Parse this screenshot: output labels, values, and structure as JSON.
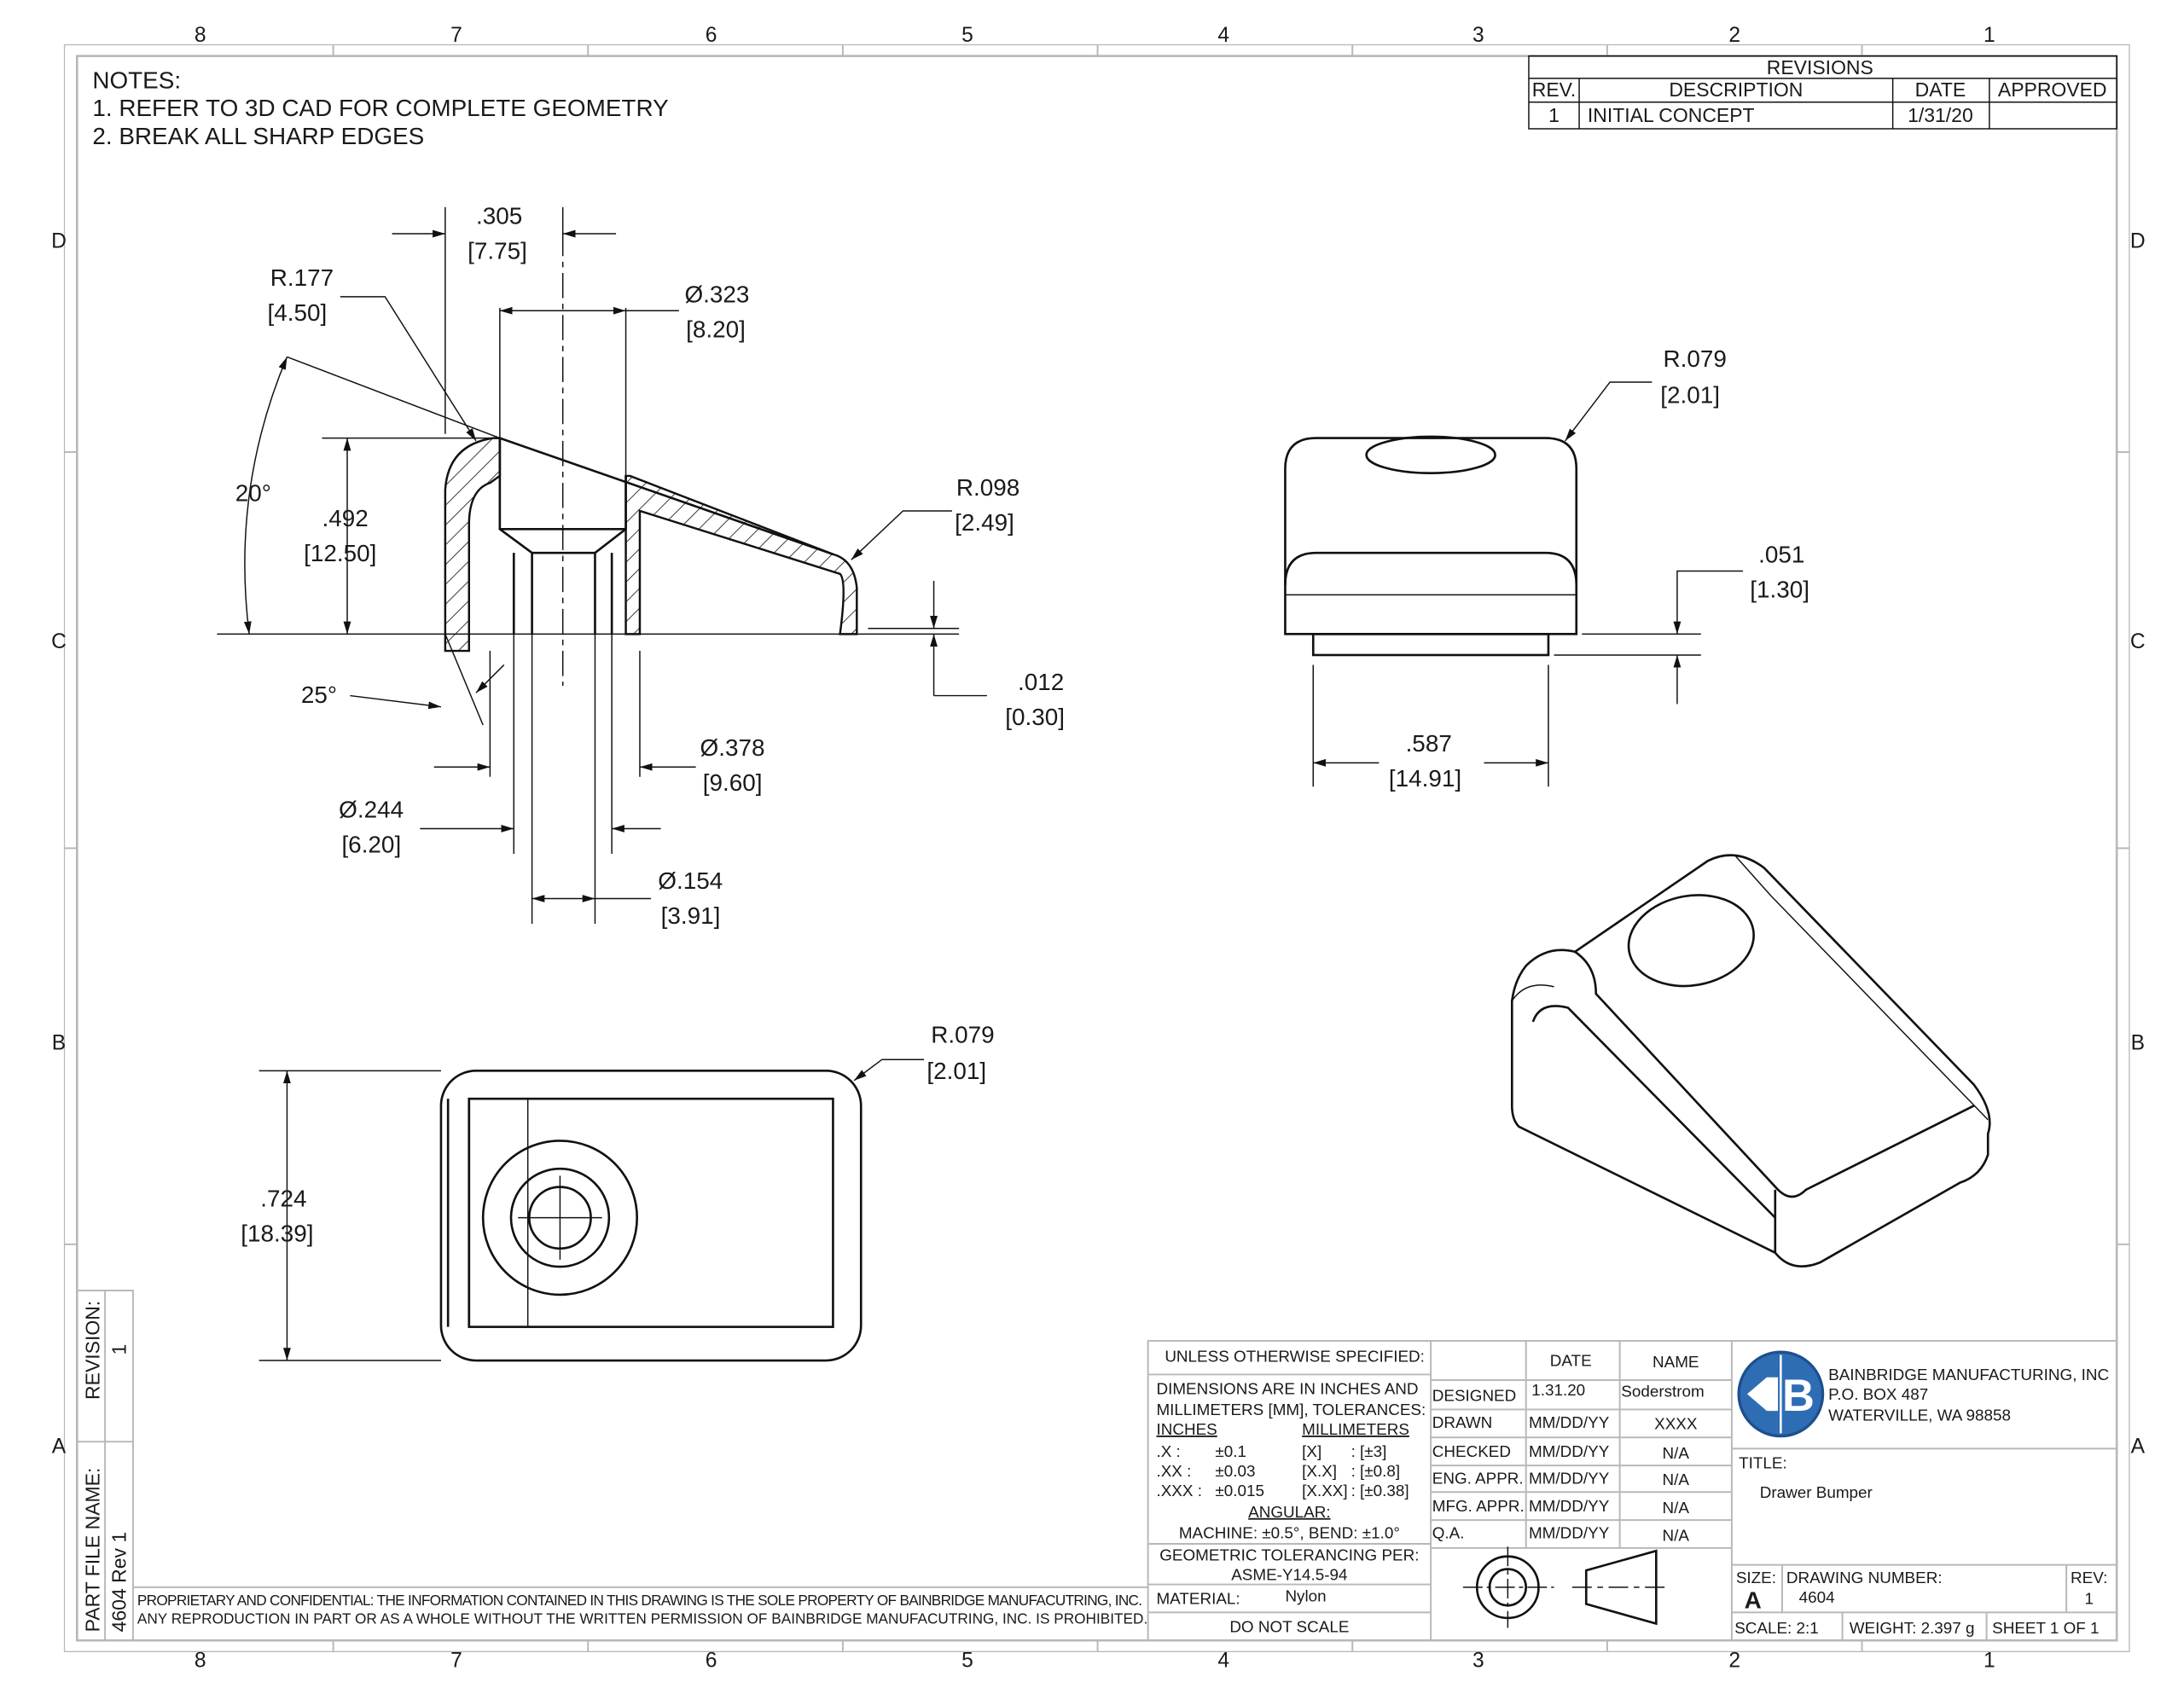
{
  "zones": {
    "columns": [
      "8",
      "7",
      "6",
      "5",
      "4",
      "3",
      "2",
      "1"
    ],
    "rows": [
      "D",
      "C",
      "B",
      "A"
    ]
  },
  "notes": {
    "title": "NOTES:",
    "items": [
      "1.  REFER TO 3D CAD FOR COMPLETE GEOMETRY",
      "2.  BREAK ALL SHARP EDGES"
    ]
  },
  "revisions": {
    "title": "REVISIONS",
    "headers": [
      "REV.",
      "DESCRIPTION",
      "DATE",
      "APPROVED"
    ],
    "rows": [
      {
        "rev": "1",
        "description": "INITIAL CONCEPT",
        "date": "1/31/20",
        "approved": ""
      }
    ]
  },
  "dimensions": {
    "section": [
      {
        "in": ".305",
        "mm": "[7.75]"
      },
      {
        "in": "R.177",
        "mm": "[4.50]"
      },
      {
        "in": "Ø.323",
        "mm": "[8.20]"
      },
      {
        "in": "20°",
        "mm": ""
      },
      {
        "in": ".492",
        "mm": "[12.50]"
      },
      {
        "in": "R.098",
        "mm": "[2.49]"
      },
      {
        "in": "25°",
        "mm": ""
      },
      {
        "in": ".012",
        "mm": "[0.30]"
      },
      {
        "in": "Ø.378",
        "mm": "[9.60]"
      },
      {
        "in": "Ø.244",
        "mm": "[6.20]"
      },
      {
        "in": "Ø.154",
        "mm": "[3.91]"
      }
    ],
    "side": [
      {
        "in": "R.079",
        "mm": "[2.01]"
      },
      {
        "in": ".051",
        "mm": "[1.30]"
      },
      {
        "in": ".587",
        "mm": "[14.91]"
      }
    ],
    "top": [
      {
        "in": "R.079",
        "mm": "[2.01]"
      },
      {
        "in": ".724",
        "mm": "[18.39]"
      }
    ]
  },
  "side_panel": {
    "revision_label": "REVISION:",
    "revision_value": "1",
    "file_label": "PART FILE NAME:",
    "file_value": "4604 Rev 1"
  },
  "proprietary": [
    "PROPRIETARY AND CONFIDENTIAL: THE INFORMATION CONTAINED IN THIS DRAWING IS THE SOLE PROPERTY OF BAINBRIDGE MANUFACUTRING, INC.",
    "ANY REPRODUCTION IN PART OR AS A WHOLE WITHOUT THE WRITTEN PERMISSION OF BAINBRIDGE MANUFACUTRING, INC. IS PROHIBITED."
  ],
  "title_block": {
    "unless": "UNLESS OTHERWISE SPECIFIED:",
    "dims_line1": "DIMENSIONS ARE IN INCHES AND",
    "dims_line2": "MILLIMETERS [MM], TOLERANCES:",
    "inches_label": "INCHES",
    "mm_label": "MILLIMETERS",
    "tolerances": [
      {
        "fmt": ".X :",
        "in": "±0.1",
        "mmfmt": "[X]",
        "mm": ": [±3]"
      },
      {
        "fmt": ".XX :",
        "in": "±0.03",
        "mmfmt": "[X.X]",
        "mm": ": [±0.8]"
      },
      {
        "fmt": ".XXX :",
        "in": "±0.015",
        "mmfmt": "[X.XX]",
        "mm": ": [±0.38]"
      }
    ],
    "angular_label": "ANGULAR:",
    "angular": "MACHINE: ±0.5°, BEND: ±1.0°",
    "gdt_label": "GEOMETRIC TOLERANCING PER:",
    "gdt": "ASME-Y14.5-94",
    "material_label": "MATERIAL:",
    "material": "Nylon",
    "do_not_scale": "DO NOT SCALE",
    "sign_headers": {
      "date": "DATE",
      "name": "NAME"
    },
    "signoffs": [
      {
        "role": "DESIGNED",
        "date": "1.31.20",
        "name": "Soderstrom"
      },
      {
        "role": "DRAWN",
        "date": "MM/DD/YY",
        "name": "XXXX"
      },
      {
        "role": "CHECKED",
        "date": "MM/DD/YY",
        "name": "N/A"
      },
      {
        "role": "ENG. APPR.",
        "date": "MM/DD/YY",
        "name": "N/A"
      },
      {
        "role": "MFG. APPR.",
        "date": "MM/DD/YY",
        "name": "N/A"
      },
      {
        "role": "Q.A.",
        "date": "MM/DD/YY",
        "name": "N/A"
      }
    ],
    "company": [
      "BAINBRIDGE MANUFACTURING, INC",
      "P.O. BOX 487",
      "WATERVILLE, WA 98858"
    ],
    "logo_text": "B",
    "logo_color": "#2e6db4",
    "title_label": "TITLE:",
    "title": "Drawer Bumper",
    "size_label": "SIZE:",
    "size": "A",
    "drawing_number_label": "DRAWING NUMBER:",
    "drawing_number": "4604",
    "rev_label": "REV:",
    "rev": "1",
    "scale": "SCALE: 2:1",
    "weight": "WEIGHT: 2.397 g",
    "sheet": "SHEET 1 OF 1"
  }
}
